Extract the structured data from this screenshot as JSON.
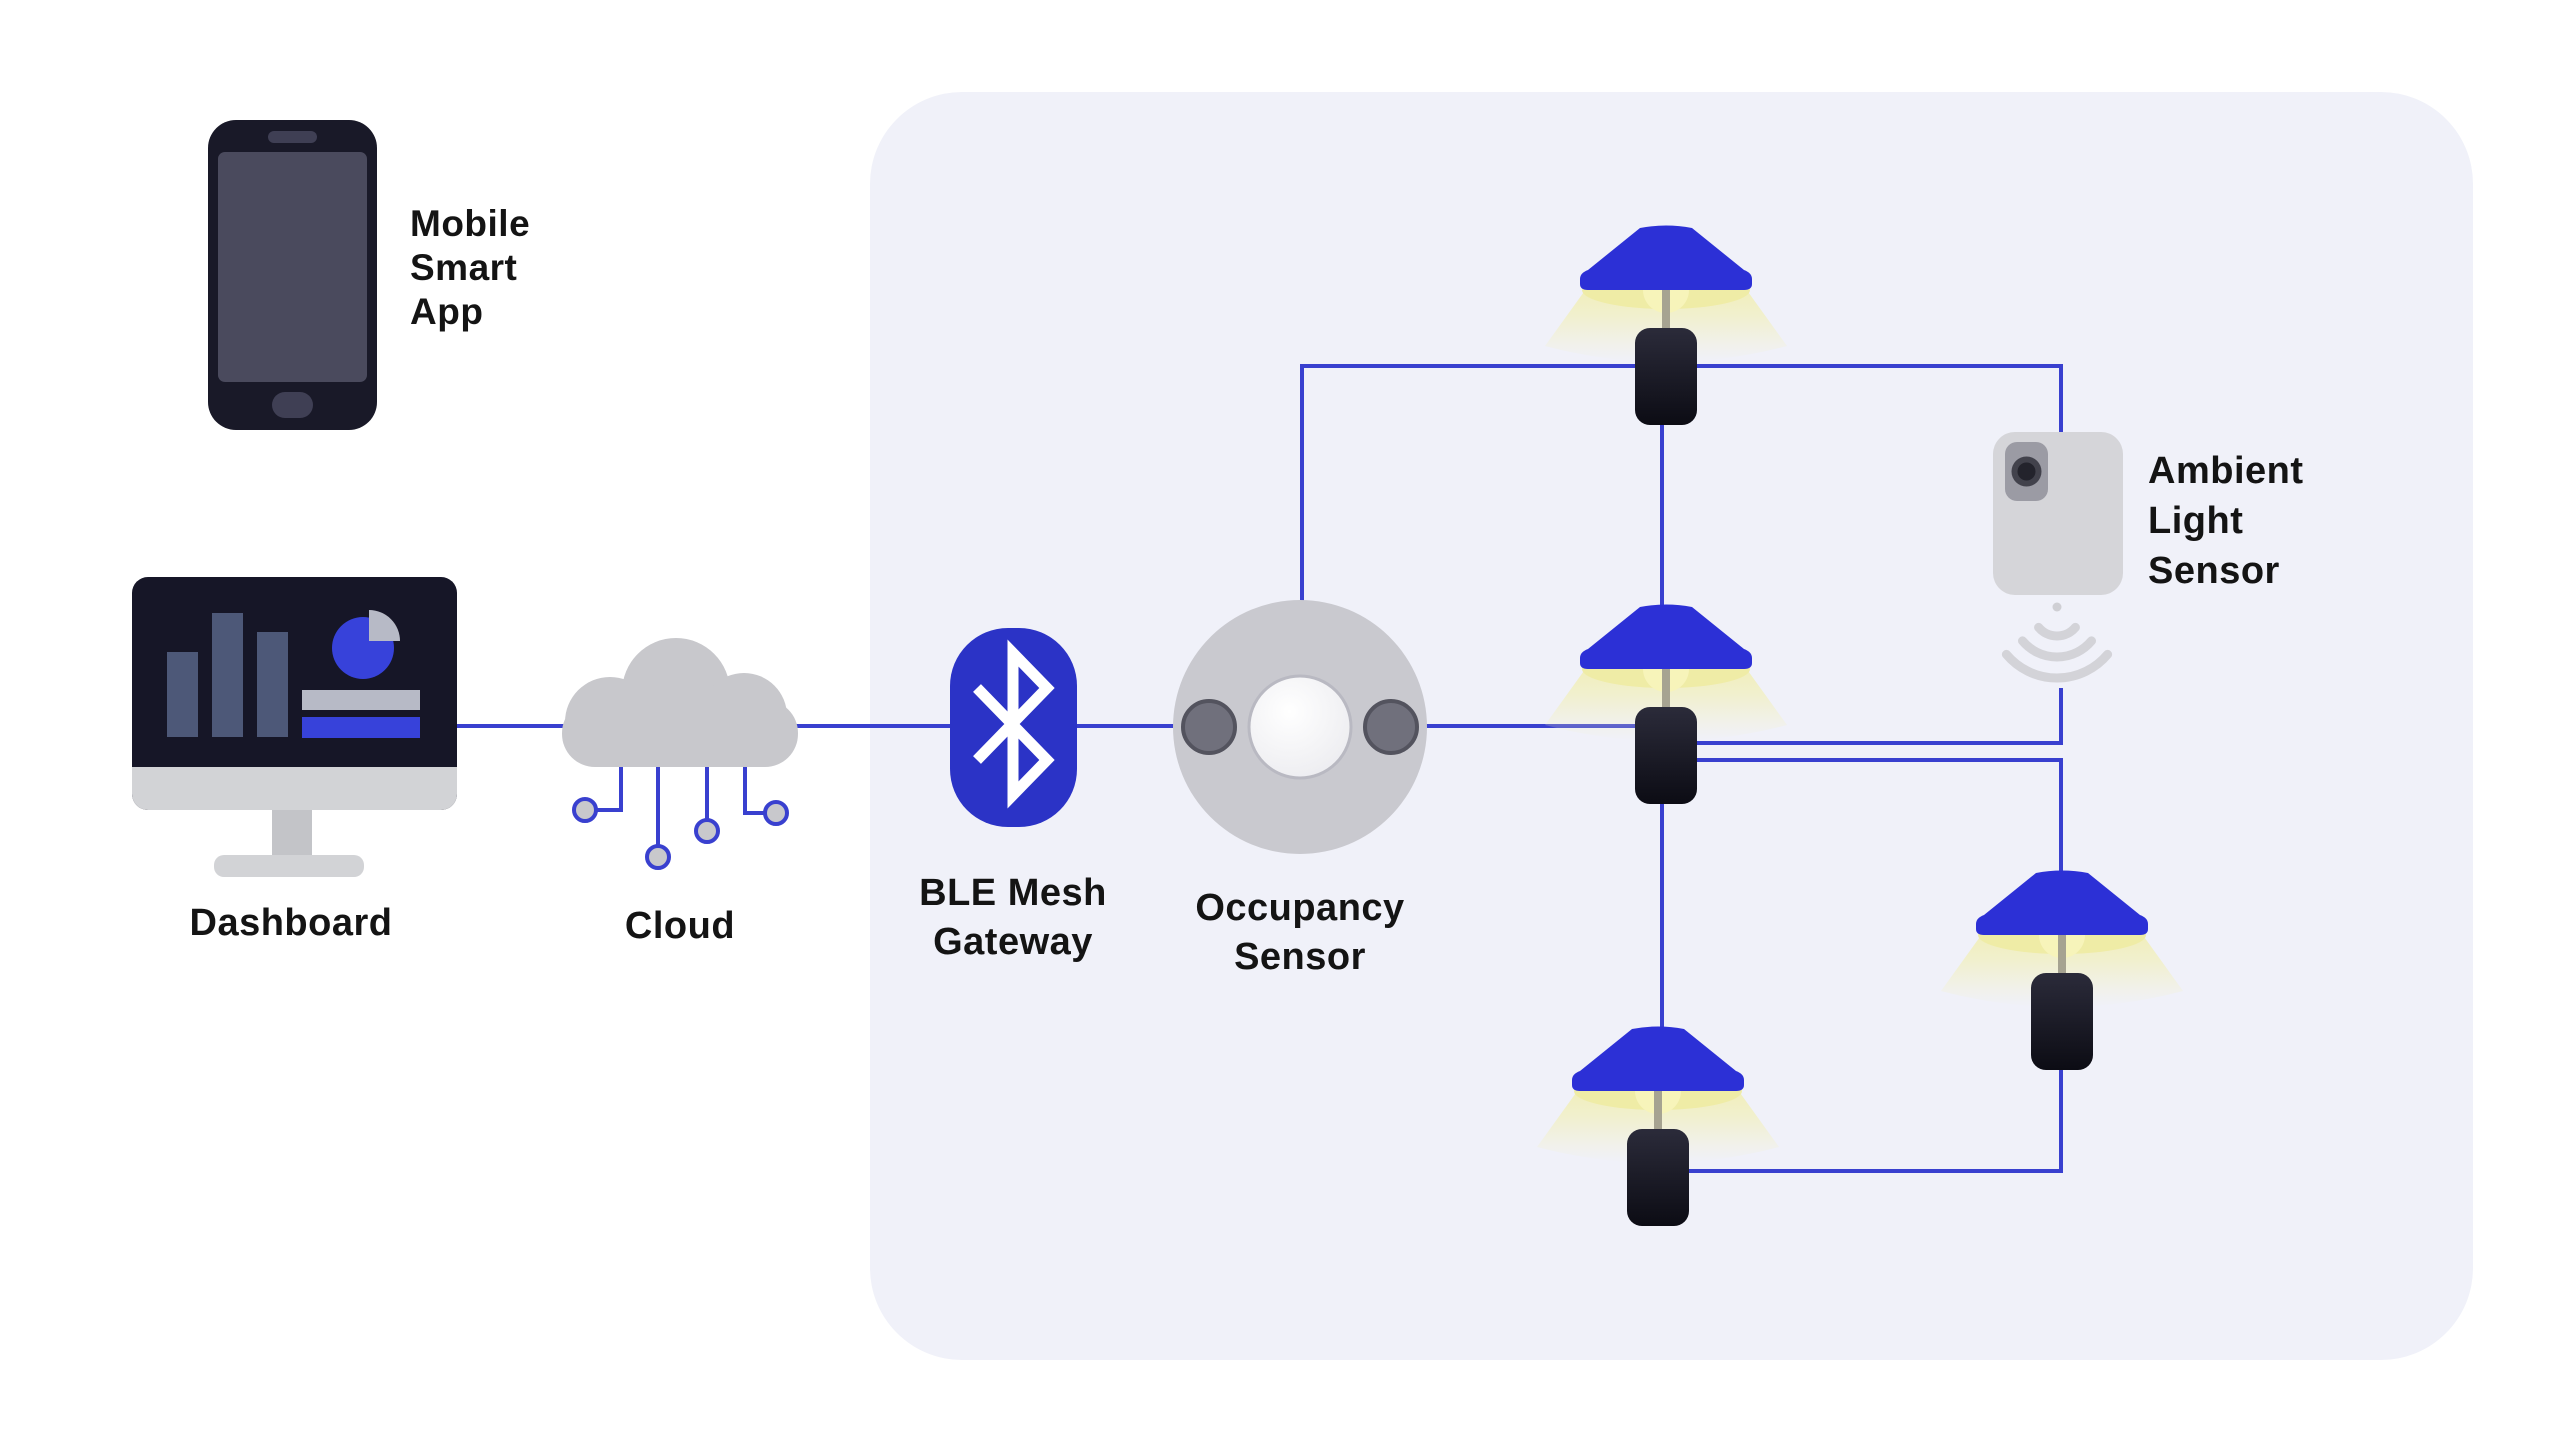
{
  "labels": {
    "mobile": [
      "Mobile",
      "Smart",
      "App"
    ],
    "dashboard": "Dashboard",
    "cloud": "Cloud",
    "gateway": [
      "BLE Mesh",
      "Gateway"
    ],
    "occupancy": [
      "Occupancy",
      "Sensor"
    ],
    "ambient": [
      "Ambient",
      "Light",
      "Sensor"
    ]
  },
  "colors": {
    "background": "#ffffff",
    "mesh_panel": "#f0f1f9",
    "connection_line": "#3940cf",
    "bluetooth_tile": "#2b33c6",
    "lampshade_blue": "#2c30d6",
    "lamp_glow_yellow": "#f0eda9",
    "device_gray": "#c9c9cf",
    "dark_navy": "#161627",
    "label_text": "#141414"
  },
  "nodes": [
    {
      "id": "mobile-smart-app",
      "type": "phone"
    },
    {
      "id": "dashboard",
      "type": "monitor"
    },
    {
      "id": "cloud",
      "type": "cloud"
    },
    {
      "id": "ble-mesh-gateway",
      "type": "bluetooth-gateway"
    },
    {
      "id": "occupancy-sensor",
      "type": "sensor"
    },
    {
      "id": "ambient-light-sensor",
      "type": "sensor"
    },
    {
      "id": "smart-lamp",
      "type": "lamp",
      "count": 4
    }
  ]
}
